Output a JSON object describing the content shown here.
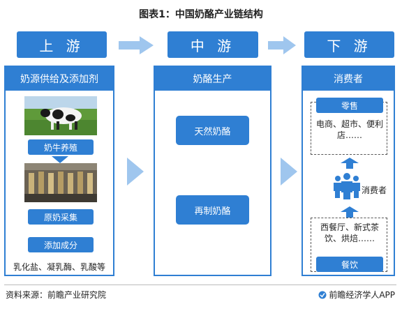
{
  "title": "图表1：中国奶酪产业链结构",
  "stages": {
    "upstream": "上 游",
    "midstream": "中 游",
    "downstream": "下 游"
  },
  "upstream_panel": {
    "header": "奶源供给及添加剂",
    "cattle_farming": "奶牛养殖",
    "raw_milk_collection": "原奶采集",
    "add_ingredients": "添加成分",
    "additives": "乳化盐、凝乳酶、乳酸等"
  },
  "midstream_panel": {
    "header": "奶酪生产",
    "natural_cheese": "天然奶酪",
    "reconstituted_cheese": "再制奶酪"
  },
  "downstream_panel": {
    "header": "消费者",
    "retail": "零售",
    "retail_channels": "电商、超市、便利店……",
    "consumers": "消费者",
    "food_service_channels": "西餐厅、新式茶饮、烘焙……",
    "food_service": "餐饮"
  },
  "footer": {
    "source": "资料来源：前瞻产业研究院",
    "brand": "前瞻经济学人APP"
  },
  "colors": {
    "primary_blue": "#2f7fd3",
    "arrow_light_blue": "#9fc6ee"
  }
}
